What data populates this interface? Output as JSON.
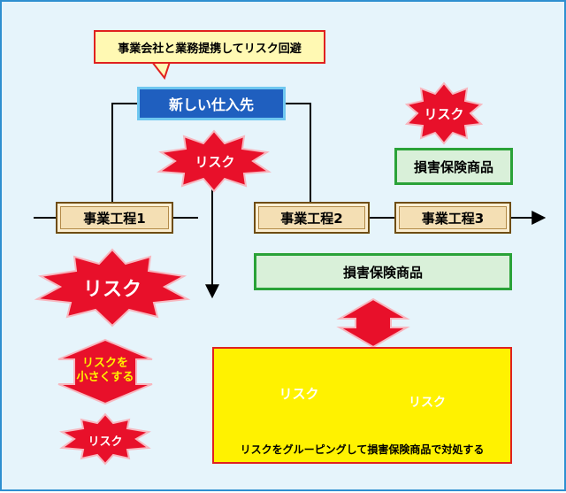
{
  "callout": {
    "text": "事業会社と業務提携してリスク回避"
  },
  "new_supplier": {
    "label": "新しい仕入先"
  },
  "processes": [
    {
      "label": "事業工程1"
    },
    {
      "label": "事業工程2"
    },
    {
      "label": "事業工程3"
    }
  ],
  "insurance": {
    "small_label": "損害保険商品",
    "wide_label": "損害保険商品"
  },
  "risks": {
    "top_right": "リスク",
    "center": "リスク",
    "left_large": "リスク",
    "left_small": "リスク",
    "group_a": "リスク",
    "group_b": "リスク"
  },
  "reduce_risk": {
    "line1": "リスクを",
    "line2": "小さくする"
  },
  "grouping_caption": "リスクをグルーピングして損害保険商品で対処する",
  "colors": {
    "background": "#e6f4fb",
    "burst_red": "#e8102a",
    "burst_outline": "#f7b7bf",
    "supplier_blue": "#1f5fbf",
    "insurance_green": "#2aa238",
    "process_tan": "#f4dfb4",
    "yellow": "#fff200"
  }
}
